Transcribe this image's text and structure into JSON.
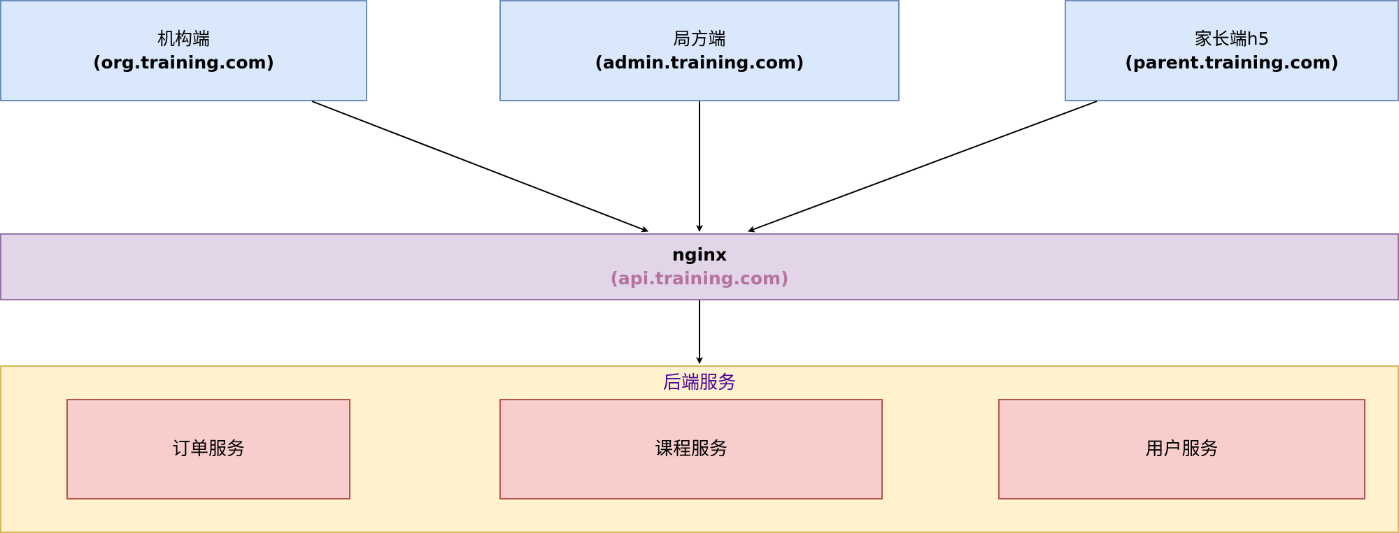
{
  "clients": [
    {
      "name": "机构端",
      "domain": "(org.training.com)"
    },
    {
      "name": "局方端",
      "domain": "(admin.training.com)"
    },
    {
      "name": "家长端h5",
      "domain": "(parent.training.com)"
    }
  ],
  "gateway": {
    "name": "nginx",
    "domain": "(api.training.com)",
    "domain_color": "#b5739d"
  },
  "backend": {
    "title": "后端服务",
    "title_color": "#4c0099",
    "services": [
      "订单服务",
      "课程服务",
      "用户服务"
    ]
  },
  "colors": {
    "client_fill": "#dae8fc",
    "client_stroke": "#6c8ebf",
    "gateway_fill": "#e1d5e7",
    "gateway_stroke": "#9673a6",
    "backend_fill": "#fff2cc",
    "backend_stroke": "#d6b656",
    "service_fill": "#f8cecc",
    "service_stroke": "#b85450"
  }
}
